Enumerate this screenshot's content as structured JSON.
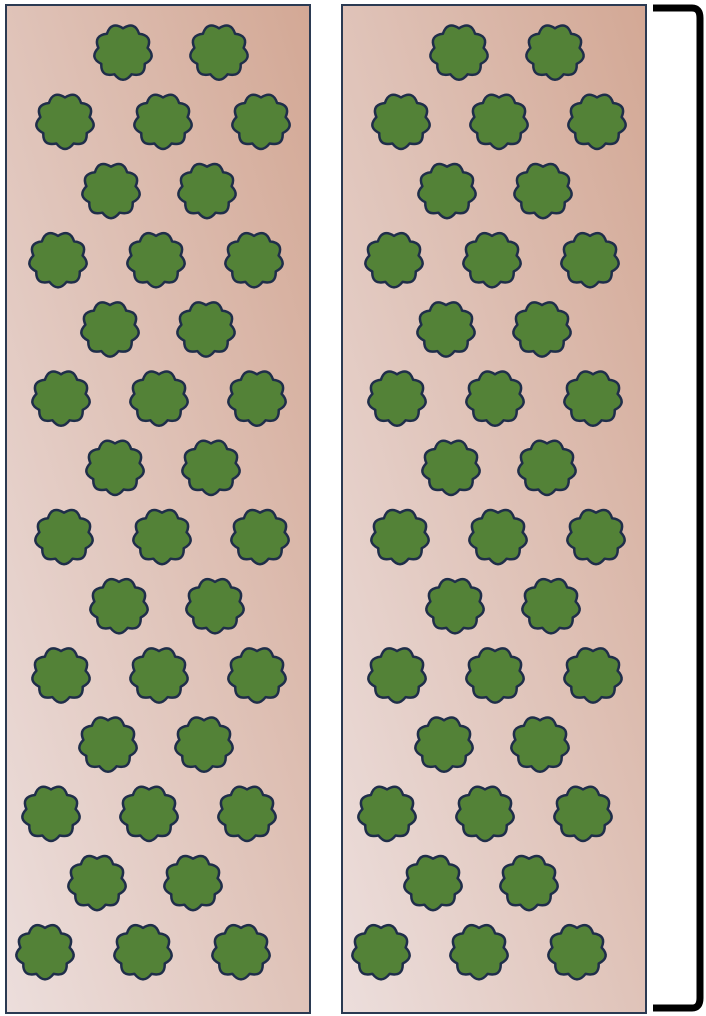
{
  "colors": {
    "panel_top": "#d3a895",
    "panel_bottom": "#ecdedc",
    "panel_border": "#2b3a52",
    "bush_fill": "#538237",
    "bush_stroke": "#1f2e4a",
    "bracket": "#000000"
  },
  "panels": [
    {
      "name": "left-panel",
      "rows": [
        2,
        3,
        2,
        3,
        2,
        3,
        2,
        3,
        2,
        3,
        2,
        3,
        2,
        3
      ]
    },
    {
      "name": "right-panel",
      "rows": [
        2,
        3,
        2,
        3,
        2,
        3,
        2,
        3,
        2,
        3,
        2,
        3,
        2,
        3
      ]
    }
  ],
  "bracket": {
    "icon": "right-brace-icon"
  },
  "bush_icon": "shrub-icon"
}
